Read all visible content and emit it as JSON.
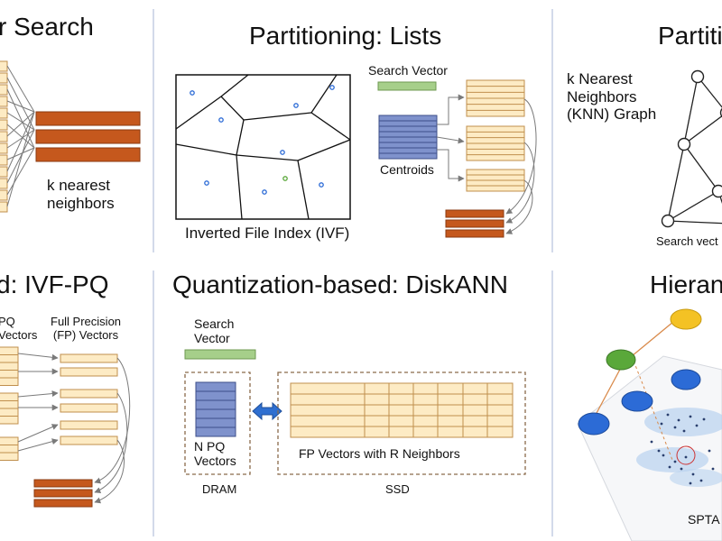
{
  "colors": {
    "cream": "#fdebc4",
    "cream_line": "#c08f4d",
    "orange": "#c5581d",
    "orange_line": "#8a3a10",
    "blue": "#7f92cc",
    "blue_line": "#3e4f8a",
    "green": "#a6cf8a",
    "divider": "#a7b6d6",
    "arrow": "#7a7a7a",
    "double_arrow": "#2f6fd0",
    "node_yellow": "#f4c224",
    "node_green": "#5aa83a",
    "node_blue": "#2c6bd6",
    "halo": "#b9d2ef"
  },
  "panels": {
    "flat": {
      "title": "r Search",
      "knn_label": "k nearest\nneighbors"
    },
    "ivf": {
      "title": "Partitioning: Lists",
      "search_vector_label": "Search Vector",
      "centroids_label": "Centroids",
      "caption": "Inverted File Index (IVF)"
    },
    "graph": {
      "title": "Partiti",
      "knn_label": "k Nearest\nNeighbors\n(KNN) Graph",
      "caption": "Search vect"
    },
    "ivfpq": {
      "title": "d: IVF-PQ",
      "pq_label": "PQ\nVectors",
      "fp_label": "Full Precision\n(FP) Vectors"
    },
    "diskann": {
      "title": "Quantization-based: DiskANN",
      "search_vector_label": "Search\nVector",
      "pq_label": "N PQ\nVectors",
      "fp_label": "FP Vectors with R Neighbors",
      "dram_label": "DRAM",
      "ssd_label": "SSD"
    },
    "hier": {
      "title": "Hieran",
      "caption": "SPTA"
    }
  }
}
